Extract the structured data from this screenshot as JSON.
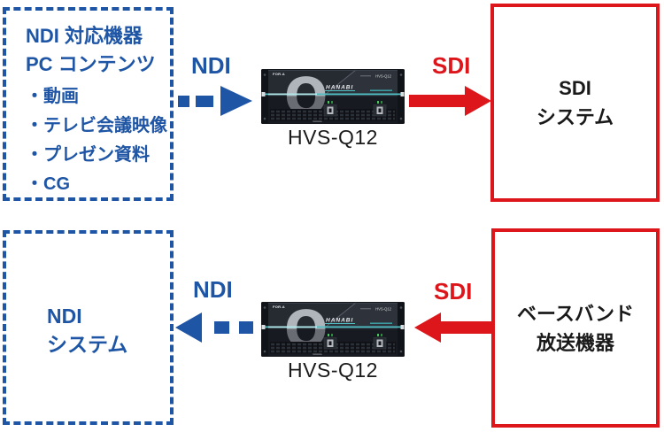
{
  "palette": {
    "blue": "#1e55a5",
    "red": "#dd161c",
    "text_black": "#1a1a1a",
    "teal": "#4fbfc4"
  },
  "top_flow": {
    "source_box": {
      "lines": [
        "NDI 対応機器",
        "PC コンテンツ"
      ],
      "bullets": [
        "・動画",
        "・テレビ会議映像",
        "・プレゼン資料",
        "・CG"
      ]
    },
    "ndi_arrow_label": "NDI",
    "device_caption": "HVS-Q12",
    "sdi_arrow_label": "SDI",
    "dest_box": {
      "line1": "SDI",
      "line2": "システム"
    }
  },
  "bottom_flow": {
    "dest_box": {
      "line1": "NDI",
      "line2": "システム"
    },
    "ndi_arrow_label": "NDI",
    "device_caption": "HVS-Q12",
    "sdi_arrow_label": "SDI",
    "source_box": {
      "line1": "ベースバンド",
      "line2": "放送機器"
    }
  },
  "device_faceplate": {
    "brand": "FOR.A",
    "series": "HANABI",
    "model": "HVS-Q12"
  }
}
